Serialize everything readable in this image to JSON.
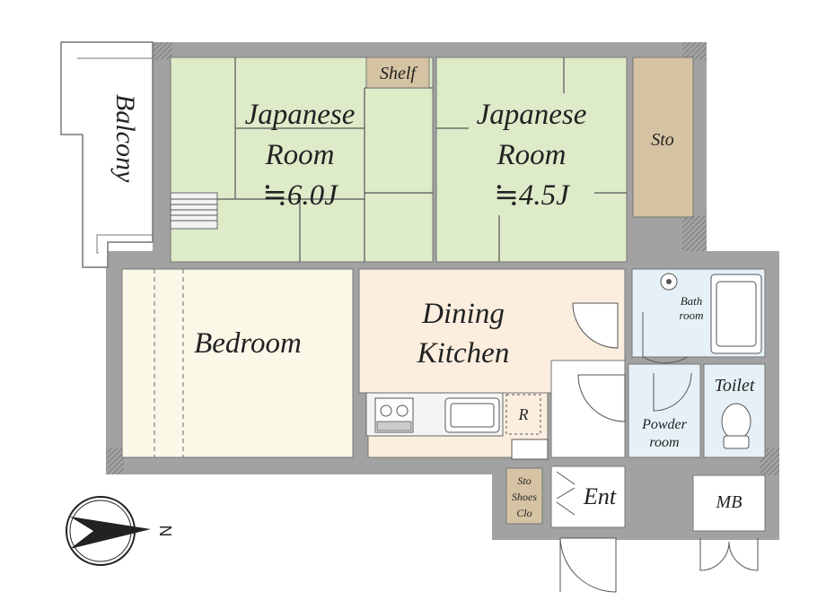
{
  "rooms": {
    "japanese_room_1": {
      "line1": "Japanese",
      "line2": "Room",
      "size": "≒6.0J"
    },
    "japanese_room_2": {
      "line1": "Japanese",
      "line2": "Room",
      "size": "≒4.5J"
    },
    "shelf": "Shelf",
    "sto_top": "Sto",
    "balcony": "Balcony",
    "bedroom": "Bedroom",
    "dining_kitchen": {
      "line1": "Dining",
      "line2": "Kitchen"
    },
    "refrigerator": "R",
    "bathroom": {
      "line1": "Bath",
      "line2": "room"
    },
    "toilet": "Toilet",
    "powder_room": {
      "line1": "Powder",
      "line2": "room"
    },
    "sto_shoes_clo": {
      "line1": "Sto",
      "line2": "Shoes",
      "line3": "Clo"
    },
    "entrance": "Ent",
    "mb": "MB"
  },
  "compass": {
    "north": "N"
  },
  "colors": {
    "wall": "#a2a2a2",
    "tatami": "#ddebc9",
    "bedroom": "#fbf8e8",
    "kitchen": "#fbeedf",
    "bath": "#e6f1f7",
    "storage": "#d6c3a3"
  }
}
